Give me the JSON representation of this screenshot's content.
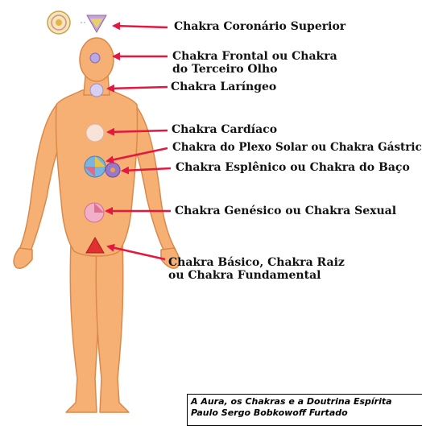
{
  "labels": {
    "coronario": "Chakra Coronário Superior",
    "frontal_1": "Chakra Frontal ou Chakra",
    "frontal_2": "do Terceiro Olho",
    "laringeo": "Chakra Laríngeo",
    "cardiaco": "Chakra Cardíaco",
    "plexo": "Chakra do Plexo Solar ou Chakra Gástrico",
    "esplenico": "Chakra Esplênico ou Chakra do Baço",
    "genesico": "Chakra Genésico ou Chakra Sexual",
    "basico_1": "Chakra Básico, Chakra Raiz",
    "basico_2": "ou Chakra Fundamental"
  },
  "caption": {
    "line1": "A Aura, os Chakras e a Doutrina Espírita",
    "line2": "Paulo Sergo Bobkowoff Furtado"
  },
  "colors": {
    "skin": "#f7b073",
    "skin_outline": "#d9894a",
    "arrow": "#e3173f",
    "text": "#111111"
  }
}
